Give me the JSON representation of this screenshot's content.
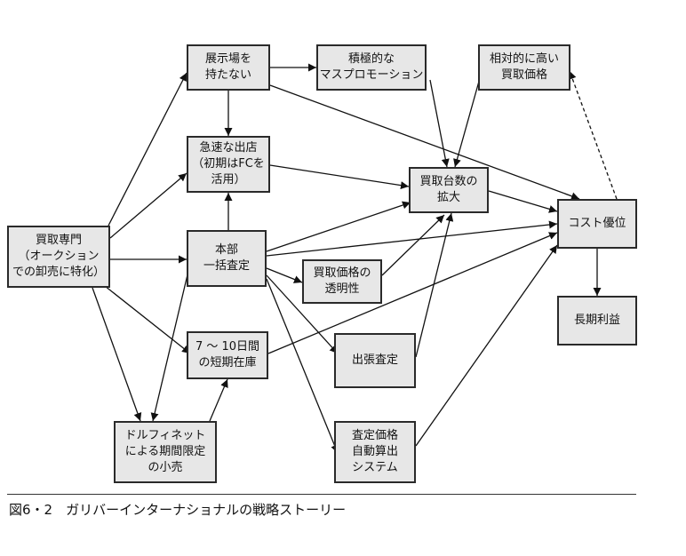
{
  "nodes": {
    "n1": {
      "text": "展示場を\n持たない"
    },
    "n2": {
      "text": "積極的な\nマスプロモーション"
    },
    "n3": {
      "text": "相対的に高い\n買取価格"
    },
    "n4": {
      "text": "急速な出店\n（初期はFCを\n活用）"
    },
    "n5": {
      "text": "買取台数の\n拡大"
    },
    "n6": {
      "text": "コスト優位"
    },
    "n7": {
      "text": "買取専門\n（オークション\nでの卸売に特化）"
    },
    "n8": {
      "text": "本部\n一括査定"
    },
    "n9": {
      "text": "買取価格の\n透明性"
    },
    "n10": {
      "text": "長期利益"
    },
    "n11": {
      "text": "7 〜 10日間\nの短期在庫"
    },
    "n12": {
      "text": "出張査定"
    },
    "n13": {
      "text": "ドルフィネット\nによる期間限定\nの小売"
    },
    "n14": {
      "text": "査定価格\n自動算出\nシステム"
    }
  },
  "caption": "図6・2　ガリバーインターナショナルの戦略ストーリー"
}
